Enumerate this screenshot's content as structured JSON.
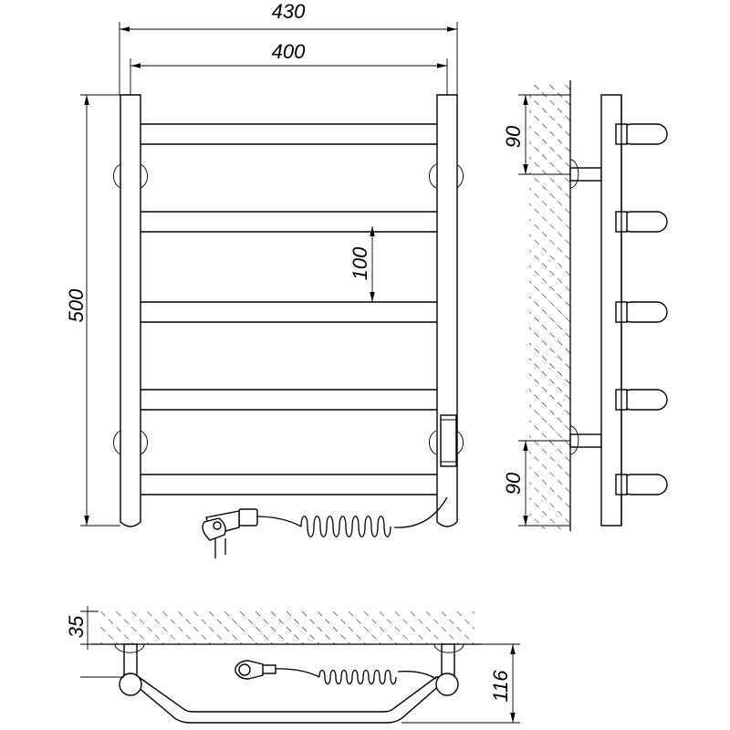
{
  "dimensions": {
    "total_width": "430",
    "inner_width": "400",
    "height": "500",
    "rung_spacing": "100",
    "top_mount": "90",
    "bottom_mount": "90",
    "wall_offset": "35",
    "depth": "116"
  },
  "colors": {
    "line": "#000000",
    "background": "#ffffff"
  }
}
